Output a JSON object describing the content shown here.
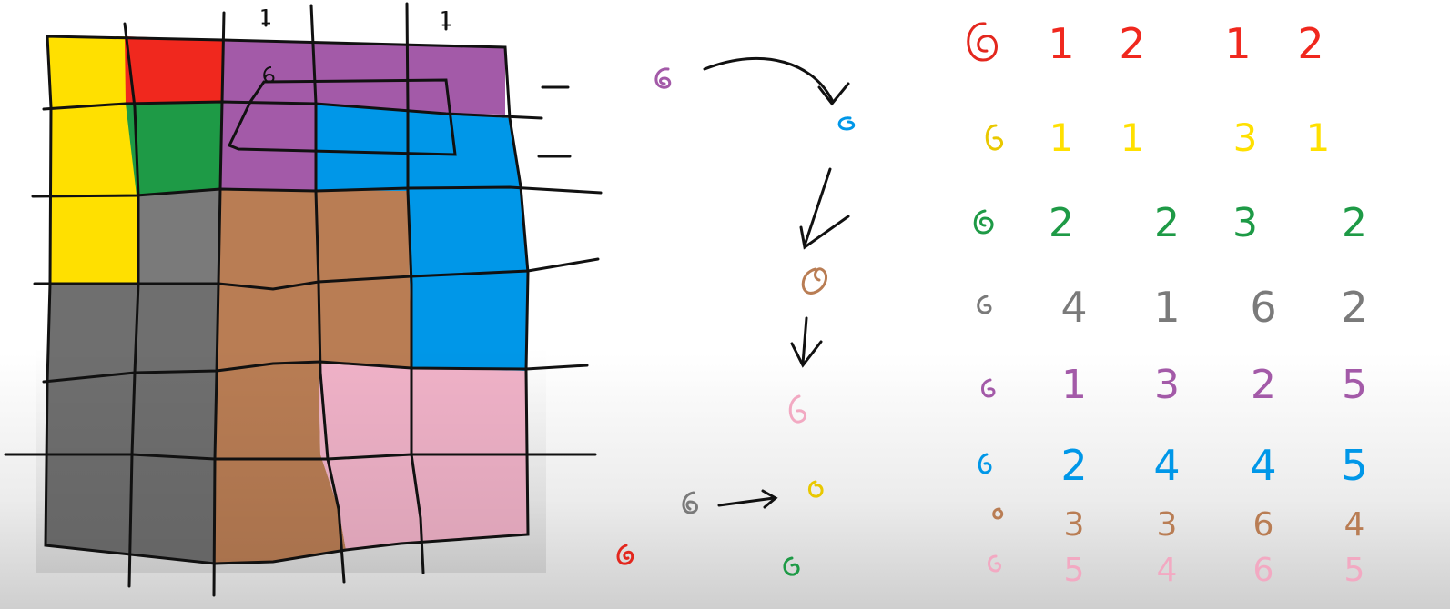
{
  "colors": {
    "red": "#f0281e",
    "yellow": "#ffe000",
    "green": "#1e9a46",
    "gray": "#7a7a7a",
    "purple": "#a35aa8",
    "blue": "#0097e8",
    "brown": "#b97d54",
    "pink": "#f2a9c2",
    "ink": "#111111"
  },
  "top_ticks": [
    "1",
    "1"
  ],
  "table": {
    "rows": [
      {
        "color": "red",
        "values": [
          "1",
          "2",
          "1",
          "2"
        ]
      },
      {
        "color": "yellow",
        "values": [
          "1",
          "1",
          "3",
          "1"
        ]
      },
      {
        "color": "green",
        "values": [
          "2",
          "2",
          "3",
          "2"
        ]
      },
      {
        "color": "gray",
        "values": [
          "4",
          "1",
          "6",
          "2"
        ]
      },
      {
        "color": "purple",
        "values": [
          "1",
          "3",
          "2",
          "5"
        ]
      },
      {
        "color": "blue",
        "values": [
          "2",
          "4",
          "4",
          "5"
        ]
      },
      {
        "color": "brown",
        "values": [
          "3",
          "3",
          "6",
          "4"
        ]
      },
      {
        "color": "pink",
        "values": [
          "5",
          "4",
          "6",
          "5"
        ]
      }
    ]
  }
}
